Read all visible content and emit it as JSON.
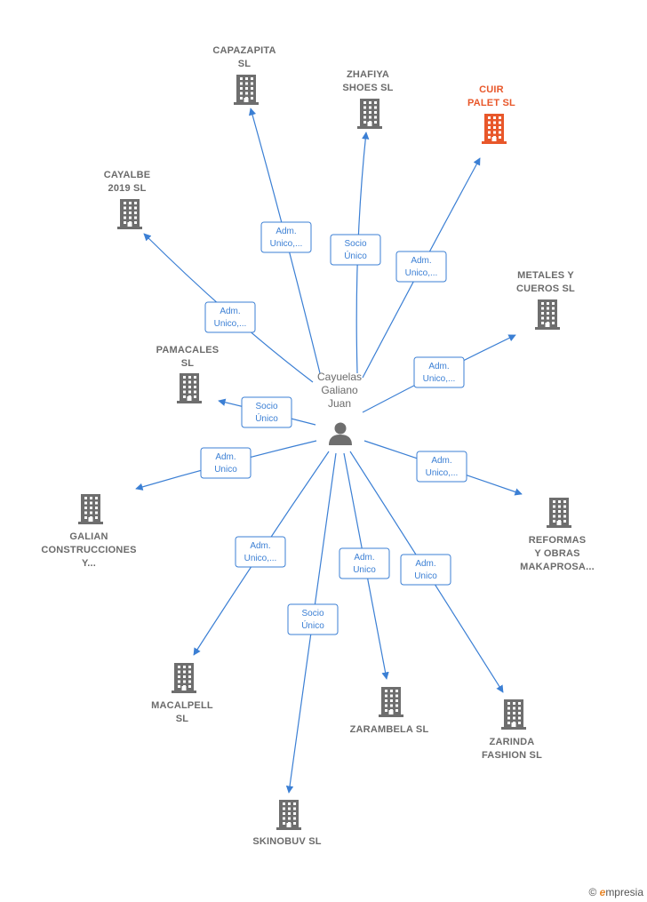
{
  "center": {
    "name_lines": [
      "Cayuelas",
      "Galiano",
      "Juan"
    ]
  },
  "companies": [
    {
      "id": "capazapita",
      "lines": [
        "CAPAZAPITA",
        "SL"
      ],
      "highlight": false
    },
    {
      "id": "zhafiya",
      "lines": [
        "ZHAFIYA",
        "SHOES SL"
      ],
      "highlight": false
    },
    {
      "id": "cuir-palet",
      "lines": [
        "CUIR",
        "PALET  SL"
      ],
      "highlight": true
    },
    {
      "id": "cayalbe",
      "lines": [
        "CAYALBE",
        "2019  SL"
      ],
      "highlight": false
    },
    {
      "id": "metales",
      "lines": [
        "METALES Y",
        "CUEROS  SL"
      ],
      "highlight": false
    },
    {
      "id": "pamacales",
      "lines": [
        "PAMACALES",
        "SL"
      ],
      "highlight": false
    },
    {
      "id": "galian",
      "lines": [
        "GALIAN",
        "CONSTRUCCIONES",
        "Y..."
      ],
      "highlight": false
    },
    {
      "id": "reformas",
      "lines": [
        "REFORMAS",
        "Y OBRAS",
        "MAKAPROSA..."
      ],
      "highlight": false
    },
    {
      "id": "macalpell",
      "lines": [
        "MACALPELL",
        "SL"
      ],
      "highlight": false
    },
    {
      "id": "zarambela",
      "lines": [
        "ZARAMBELA SL"
      ],
      "highlight": false
    },
    {
      "id": "zarinda",
      "lines": [
        "ZARINDA",
        "FASHION SL"
      ],
      "highlight": false
    },
    {
      "id": "skinobuv",
      "lines": [
        "SKINOBUV  SL"
      ],
      "highlight": false
    }
  ],
  "relations": [
    {
      "target": "capazapita",
      "lines": [
        "Adm.",
        "Unico,..."
      ]
    },
    {
      "target": "zhafiya",
      "lines": [
        "Socio",
        "Único"
      ]
    },
    {
      "target": "cuir-palet",
      "lines": [
        "Adm.",
        "Unico,..."
      ]
    },
    {
      "target": "cayalbe",
      "lines": [
        "Adm.",
        "Unico,..."
      ]
    },
    {
      "target": "metales",
      "lines": [
        "Adm.",
        "Unico,..."
      ]
    },
    {
      "target": "pamacales",
      "lines": [
        "Socio",
        "Único"
      ]
    },
    {
      "target": "galian",
      "lines": [
        "Adm.",
        "Unico"
      ]
    },
    {
      "target": "reformas",
      "lines": [
        "Adm.",
        "Unico,..."
      ]
    },
    {
      "target": "macalpell",
      "lines": [
        "Adm.",
        "Unico,..."
      ]
    },
    {
      "target": "zarambela",
      "lines": [
        "Adm.",
        "Unico"
      ]
    },
    {
      "target": "zarinda",
      "lines": [
        "Adm.",
        "Unico"
      ]
    },
    {
      "target": "skinobuv",
      "lines": [
        "Socio",
        "Único"
      ]
    }
  ],
  "colors": {
    "edge": "#3b7fd4",
    "building": "#6e6e6e",
    "highlight": "#e8572a",
    "person": "#6e6e6e"
  },
  "icons": {
    "company": "building-icon",
    "person": "person-icon"
  },
  "footer": {
    "copyright": "©",
    "brand_initial": "e",
    "brand_rest": "mpresia"
  }
}
